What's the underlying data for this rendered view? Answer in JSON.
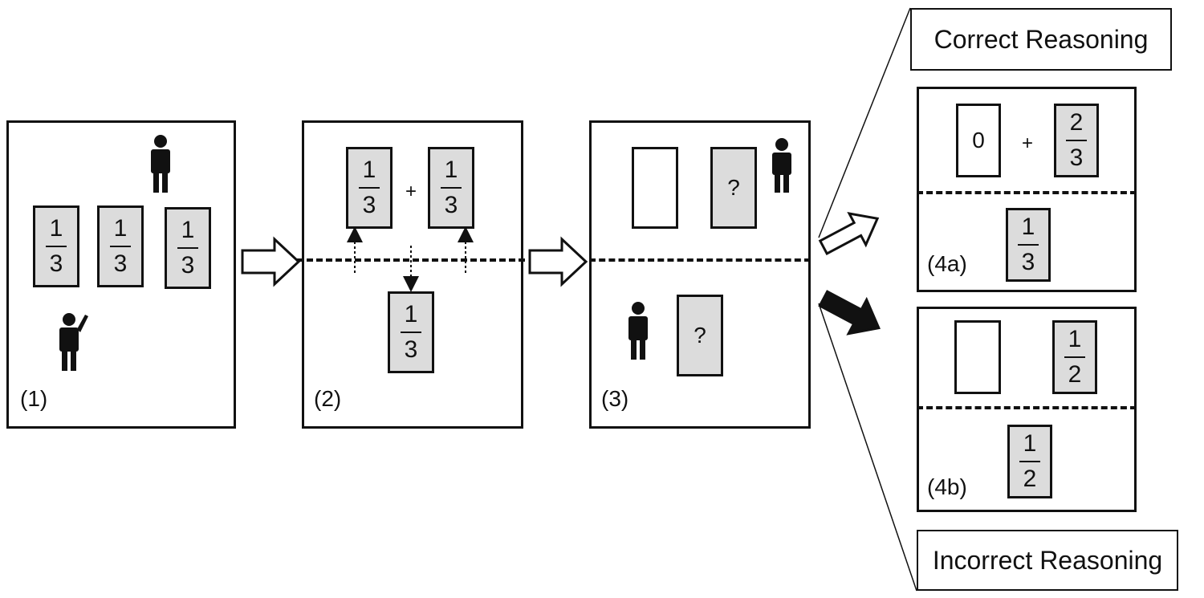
{
  "panel1": {
    "label": "(1)",
    "cards": [
      {
        "num": "1",
        "den": "3"
      },
      {
        "num": "1",
        "den": "3"
      },
      {
        "num": "1",
        "den": "3"
      }
    ]
  },
  "panel2": {
    "label": "(2)",
    "operator": "+",
    "top_cards": [
      {
        "num": "1",
        "den": "3"
      },
      {
        "num": "1",
        "den": "3"
      }
    ],
    "bottom_card": {
      "num": "1",
      "den": "3"
    }
  },
  "panel3": {
    "label": "(3)",
    "top_card": "?",
    "bottom_card": "?"
  },
  "correct": {
    "title": "Correct Reasoning",
    "label": "(4a)",
    "empty_card_value": "0",
    "operator": "+",
    "top_card": {
      "num": "2",
      "den": "3"
    },
    "bottom_card": {
      "num": "1",
      "den": "3"
    }
  },
  "incorrect": {
    "title": "Incorrect Reasoning",
    "label": "(4b)",
    "top_card": {
      "num": "1",
      "den": "2"
    },
    "bottom_card": {
      "num": "1",
      "den": "2"
    }
  }
}
